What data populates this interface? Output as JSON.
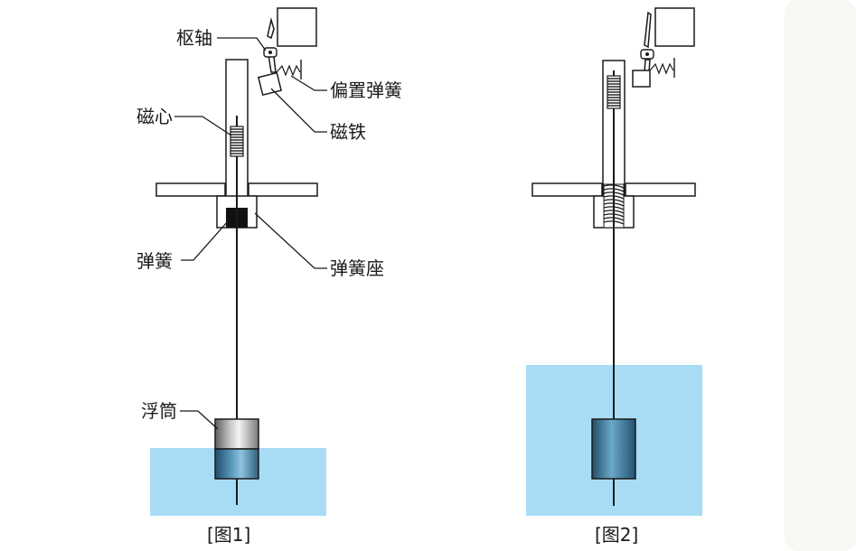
{
  "figure1": {
    "labels": {
      "pivot": "枢轴",
      "bias_spring": "偏置弹簧",
      "magnetic_core": "磁心",
      "magnet": "磁铁",
      "spring": "弹簧",
      "spring_seat": "弹簧座",
      "float": "浮筒"
    },
    "caption": "[图1]"
  },
  "figure2": {
    "caption": "[图2]"
  },
  "colors": {
    "water": "#a8dcf5",
    "line": "#1a1a1a",
    "background_panel": "#f6f8f2"
  }
}
